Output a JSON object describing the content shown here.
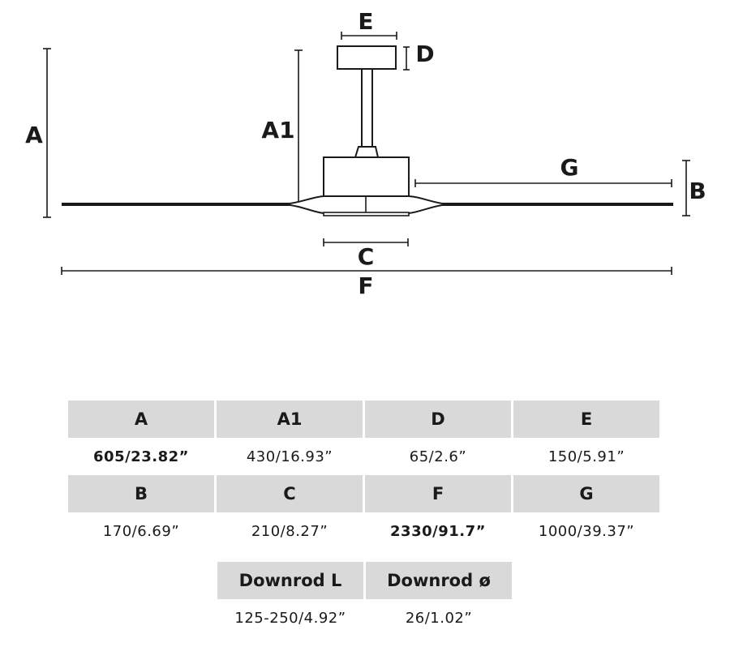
{
  "diagram_labels": {
    "A": "A",
    "A1": "A1",
    "B": "B",
    "C": "C",
    "D": "D",
    "E": "E",
    "F": "F",
    "G": "G"
  },
  "table": {
    "row1": [
      {
        "header": "A",
        "value": "605/23.82”",
        "bold": true
      },
      {
        "header": "A1",
        "value": "430/16.93”",
        "bold": false
      },
      {
        "header": "D",
        "value": "65/2.6”",
        "bold": false
      },
      {
        "header": "E",
        "value": "150/5.91”",
        "bold": false
      }
    ],
    "row2": [
      {
        "header": "B",
        "value": "170/6.69”",
        "bold": false
      },
      {
        "header": "C",
        "value": "210/8.27”",
        "bold": false
      },
      {
        "header": "F",
        "value": "2330/91.7”",
        "bold": true
      },
      {
        "header": "G",
        "value": "1000/39.37”",
        "bold": false
      }
    ],
    "row3": [
      {
        "header": "Downrod L",
        "value": "125-250/4.92”",
        "bold": false
      },
      {
        "header": "Downrod ø",
        "value": "26/1.02”",
        "bold": false
      }
    ]
  },
  "colors": {
    "ink": "#1a1a1a",
    "header_bg": "#d9d9d9"
  }
}
